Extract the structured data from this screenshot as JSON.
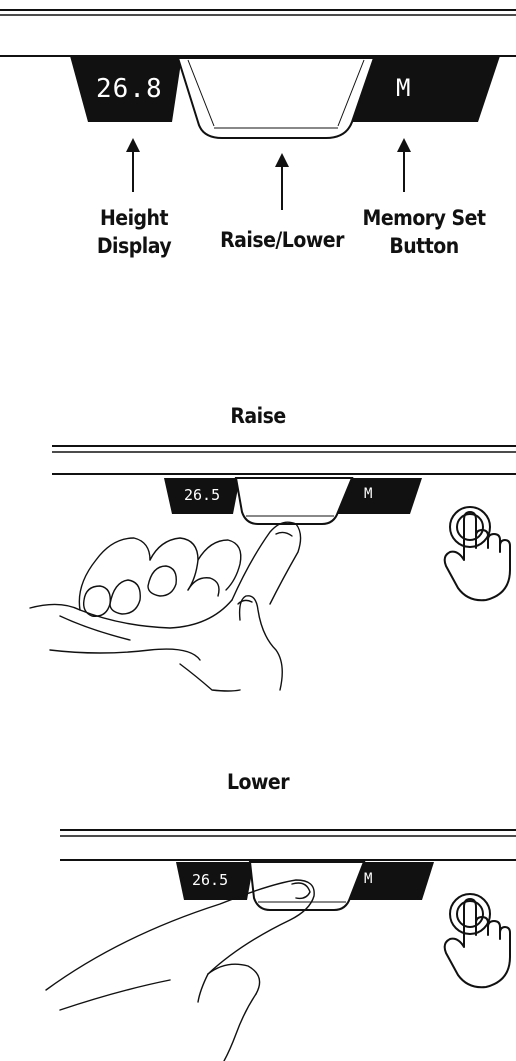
{
  "diagram": {
    "panel_top": {
      "display_value": "26.8",
      "memory_label": "M"
    },
    "callouts": {
      "height_display": {
        "line1": "Height",
        "line2": "Display"
      },
      "raise_lower": "Raise/Lower",
      "memory_set": {
        "line1": "Memory Set",
        "line2": "Button"
      }
    },
    "raise": {
      "heading": "Raise",
      "display_value": "26.5",
      "memory_label": "M"
    },
    "lower": {
      "heading": "Lower",
      "display_value": "26.5",
      "memory_label": "M"
    },
    "icons": [
      "arrow-up-icon",
      "hand-pressing-icon",
      "tap-gesture-icon"
    ]
  }
}
